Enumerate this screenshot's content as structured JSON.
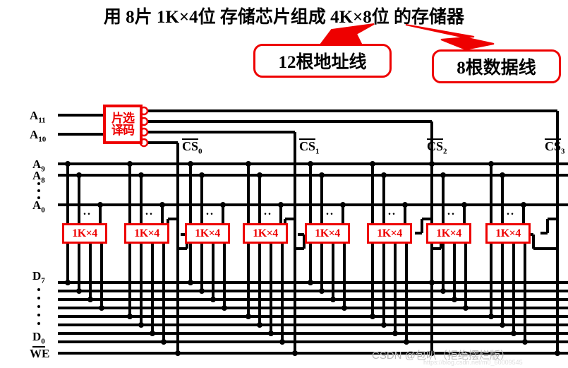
{
  "title": "用 8片 1K×4位 存储芯片组成 4K×8位 的存储器",
  "callouts": [
    {
      "id": "address-lines",
      "text": "12根地址线"
    },
    {
      "id": "data-lines",
      "text": "8根数据线"
    }
  ],
  "decoder": {
    "line1": "片选",
    "line2": "译码",
    "inputs": [
      "A11",
      "A10"
    ],
    "output_count": 4
  },
  "address_bus": {
    "labels": [
      {
        "base": "A",
        "sub": "11"
      },
      {
        "base": "A",
        "sub": "10"
      },
      {
        "base": "A",
        "sub": "9"
      },
      {
        "base": "A",
        "sub": "8"
      },
      {
        "base": "A",
        "sub": "0"
      }
    ],
    "ellipsis": "⋮"
  },
  "data_bus": {
    "labels": [
      {
        "base": "D",
        "sub": "7"
      },
      {
        "base": "D",
        "sub": "0"
      }
    ],
    "write_enable": "WE",
    "ellipsis": "⋮"
  },
  "chip_selects": [
    {
      "label": "CS",
      "sub": "0"
    },
    {
      "label": "CS",
      "sub": "1"
    },
    {
      "label": "CS",
      "sub": "2"
    },
    {
      "label": "CS",
      "sub": "3"
    }
  ],
  "chips": [
    {
      "label": "1K×4",
      "dots": ".."
    },
    {
      "label": "1K×4",
      "dots": ".."
    },
    {
      "label": "1K×4",
      "dots": ".."
    },
    {
      "label": "1K×4",
      "dots": ".."
    },
    {
      "label": "1K×4",
      "dots": ".."
    },
    {
      "label": "1K×4",
      "dots": ".."
    },
    {
      "label": "1K×4",
      "dots": ".."
    },
    {
      "label": "1K×4",
      "dots": ".."
    }
  ],
  "watermark": "CSDN @包叭（拒绝摆烂版）",
  "watermark_url": "https://blog.csdn.net/m0_60009545",
  "colors": {
    "accent": "#ee0000",
    "wire": "#000000",
    "background": "#ffffff"
  }
}
